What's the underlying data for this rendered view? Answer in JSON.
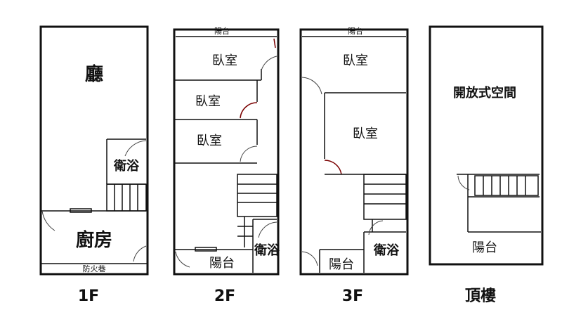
{
  "plans": {
    "f1": {
      "living": "廳",
      "bath": "衛浴",
      "kitchen": "廚房",
      "fire_lane": "防火巷",
      "floor": "1F"
    },
    "f2": {
      "balcony_top": "陽台",
      "bedroom_1": "臥室",
      "bedroom_2": "臥室",
      "bedroom_3": "臥室",
      "balcony_bottom": "陽台",
      "bath": "衛浴",
      "floor": "2F"
    },
    "f3": {
      "balcony_top": "陽台",
      "bedroom_1": "臥室",
      "bedroom_2": "臥室",
      "bath": "衛浴",
      "balcony_bottom": "陽台",
      "floor": "3F"
    },
    "roof": {
      "open_space": "開放式空間",
      "balcony": "陽台",
      "floor": "頂樓"
    }
  }
}
